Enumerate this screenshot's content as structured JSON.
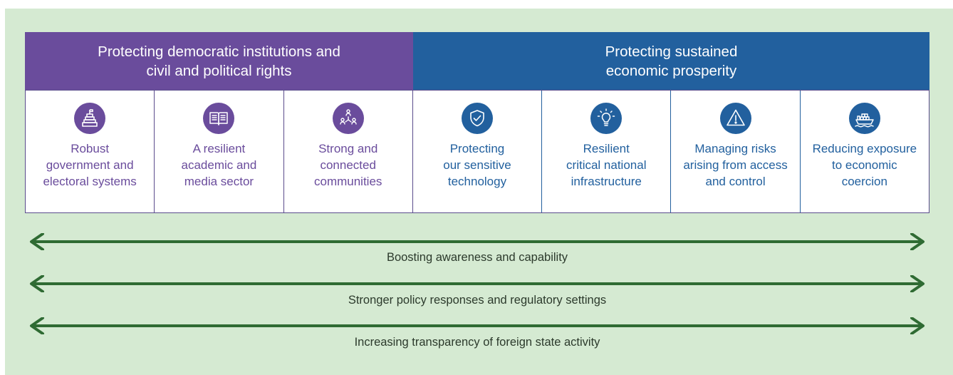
{
  "headers": {
    "left": "Protecting democratic institutions and\ncivil and political rights",
    "right": "Protecting sustained\neconomic prosperity"
  },
  "pillars": [
    {
      "icon": "government-building-icon",
      "label": "Robust\ngovernment and\nelectoral systems",
      "group": "purple"
    },
    {
      "icon": "open-book-icon",
      "label": "A resilient\nacademic and\nmedia sector",
      "group": "purple"
    },
    {
      "icon": "connected-people-icon",
      "label": "Strong and\nconnected\ncommunities",
      "group": "purple"
    },
    {
      "icon": "shield-check-icon",
      "label": "Protecting\nour sensitive\ntechnology",
      "group": "blue"
    },
    {
      "icon": "lightbulb-icon",
      "label": "Resilient\ncritical national\ninfrastructure",
      "group": "blue"
    },
    {
      "icon": "warning-triangle-icon",
      "label": "Managing risks\narising from access\nand control",
      "group": "blue"
    },
    {
      "icon": "cargo-ship-icon",
      "label": "Reducing exposure\nto economic\ncoercion",
      "group": "blue"
    }
  ],
  "enablers": [
    "Boosting awareness and capability",
    "Stronger policy responses and regulatory settings",
    "Increasing transparency of foreign state activity"
  ],
  "colors": {
    "background": "#d5ead2",
    "purple": "#6a4c9c",
    "blue": "#22609e",
    "arrow": "#2f6b33"
  }
}
